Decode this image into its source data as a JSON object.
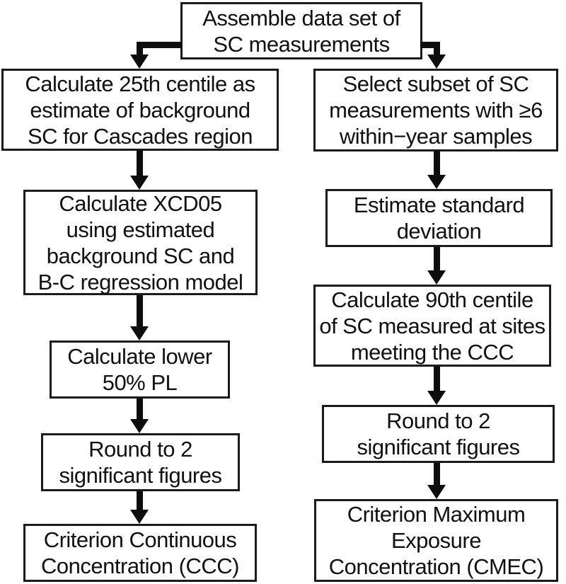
{
  "colors": {
    "background": "#ffffff",
    "box_border": "#1b1b1b",
    "arrow": "#0d0d0d",
    "text": "#111111"
  },
  "flowchart": {
    "top": {
      "id": "assemble-data",
      "text": "Assemble data set of\nSC measurements"
    },
    "left": [
      {
        "id": "calc-25th-centile",
        "text": "Calculate 25th centile as\nestimate of background\nSC for Cascades region"
      },
      {
        "id": "calc-xcd05",
        "text": "Calculate XCD05\nusing estimated\nbackground SC and\nB-C regression model"
      },
      {
        "id": "calc-lower-50-pl",
        "text": "Calculate lower\n50% PL"
      },
      {
        "id": "round-2-sig-figs-left",
        "text": "Round to 2\nsignificant figures"
      },
      {
        "id": "ccc-result",
        "text": "Criterion Continuous\nConcentration (CCC)"
      }
    ],
    "right": [
      {
        "id": "select-subset",
        "text": "Select subset of SC\nmeasurements with ≥6\nwithin−year samples"
      },
      {
        "id": "estimate-sd",
        "text": "Estimate standard\ndeviation"
      },
      {
        "id": "calc-90th-centile",
        "text": "Calculate 90th centile\nof SC measured at sites\nmeeting the CCC"
      },
      {
        "id": "round-2-sig-figs-right",
        "text": "Round to 2\nsignificant figures"
      },
      {
        "id": "cmec-result",
        "text": "Criterion Maximum\nExposure\nConcentration (CMEC)"
      }
    ]
  }
}
